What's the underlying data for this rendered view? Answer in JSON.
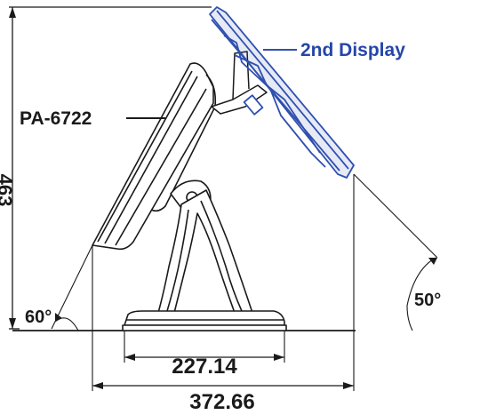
{
  "labels": {
    "main_model": "PA-6722",
    "second_display": "2nd Display",
    "height_value": "463",
    "base_width": "227.14",
    "total_width": "372.66",
    "left_angle": "60°",
    "right_angle": "50°"
  },
  "colors": {
    "line": "#1a1a1a",
    "second_display_fill": "#2f4fb0",
    "second_display_text": "#2546a8",
    "text": "#1a1a1a"
  }
}
